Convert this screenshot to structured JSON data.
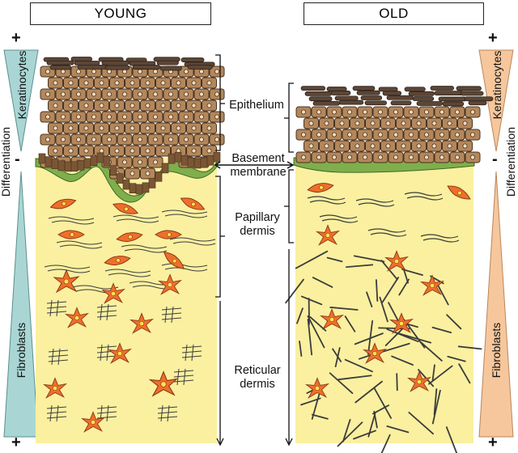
{
  "headers": {
    "young": "YOUNG",
    "old": "OLD"
  },
  "gradient_labels": {
    "keratinocytes": "Keratinocytes",
    "fibroblasts": "Fibroblasts",
    "differentiation": "Differentiation"
  },
  "signs": {
    "plus": "+",
    "minus": "-"
  },
  "layers": {
    "epithelium": "Epithelium",
    "basement_1": "Basement",
    "basement_2": "membrane",
    "papillary_1": "Papillary",
    "papillary_2": "dermis",
    "reticular_1": "Reticular",
    "reticular_2": "dermis"
  },
  "colors": {
    "dermis": "#faf0a0",
    "cell_fill": "#b3875b",
    "cell_stroke": "#4a3320",
    "cornified": "#5c4636",
    "basement": "#7fae4c",
    "fibroblast": "#ef6e2c",
    "nucleus": "#ffe24d",
    "young_gradient": "#a9d6d4",
    "old_gradient": "#f6c79c",
    "fiber": "#3c3c3c"
  }
}
